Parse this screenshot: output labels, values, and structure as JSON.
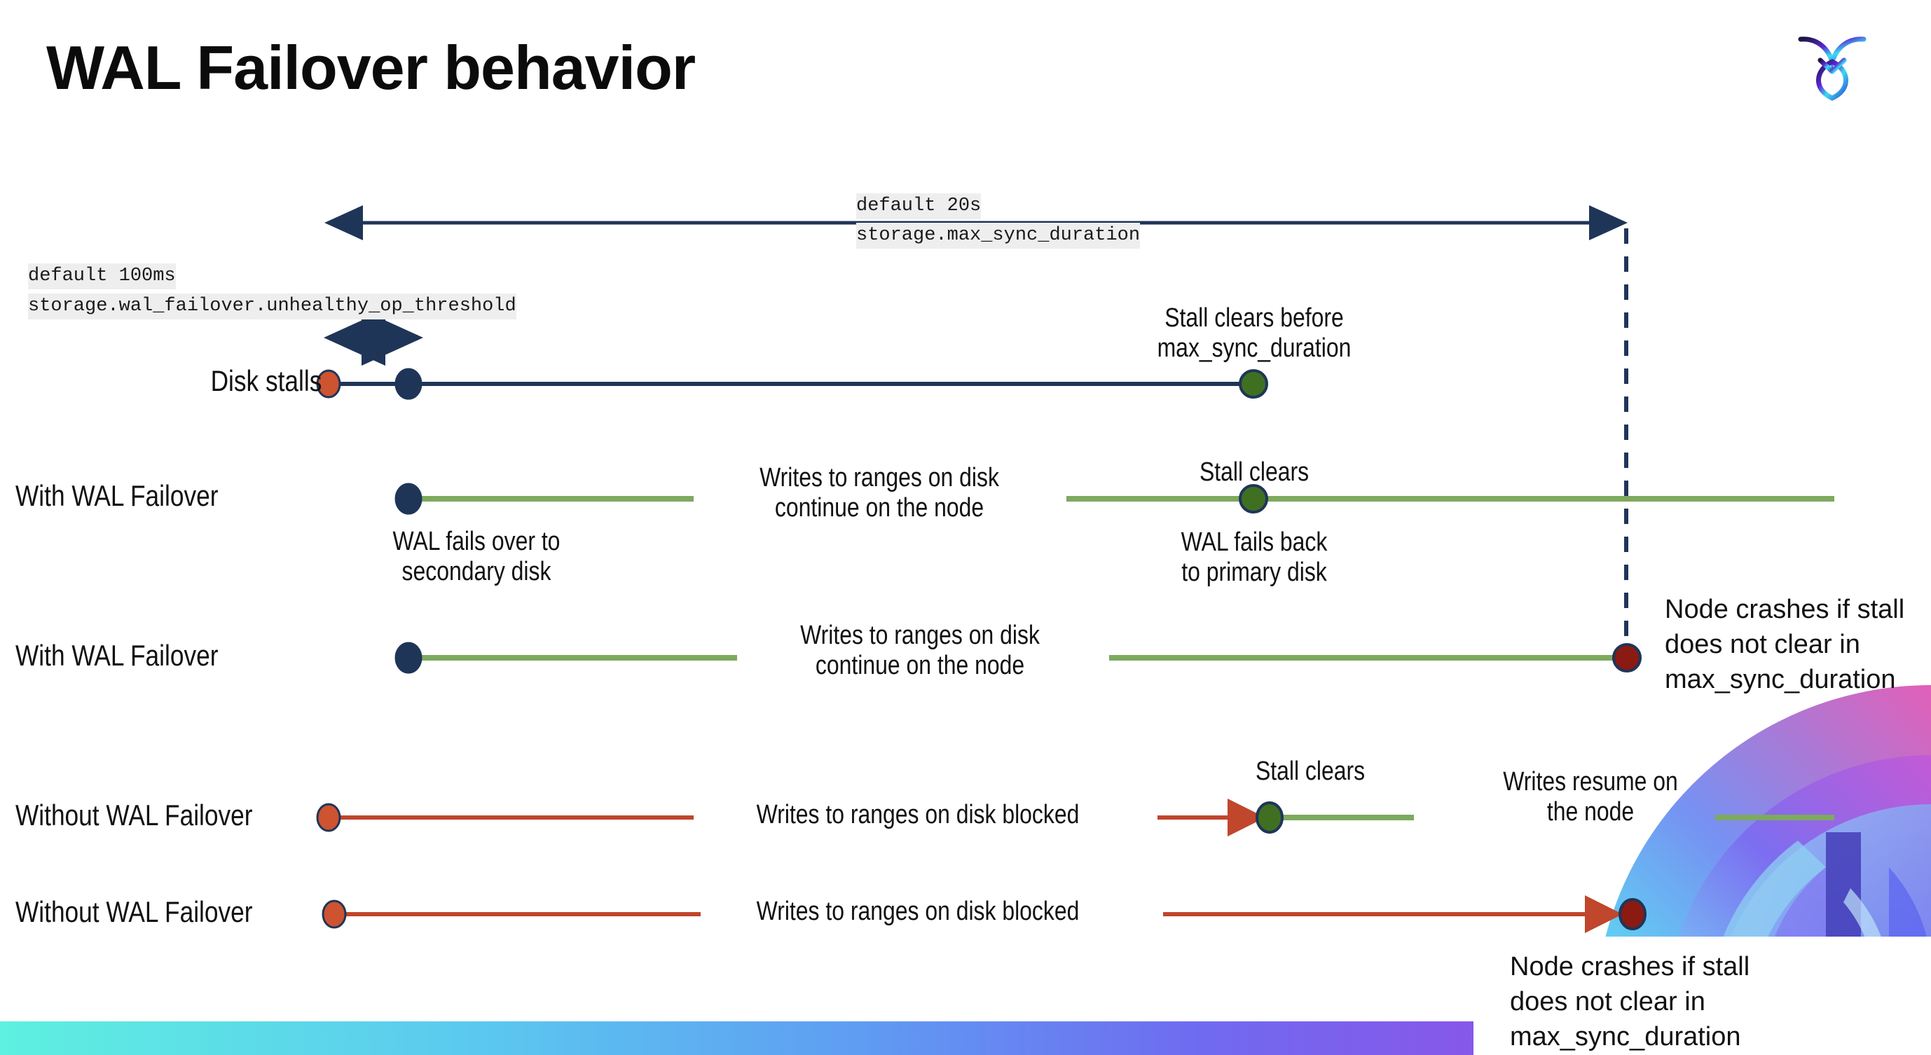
{
  "slide": {
    "title": "WAL Failover behavior",
    "logo_name": "cockroachdb-logo"
  },
  "colors": {
    "navy": "#1f3558",
    "green_line": "#7daa5e",
    "green_dot": "#3f7022",
    "red_line": "#c0462c",
    "red_dot": "#8b1a12",
    "orange_dot": "#cd5331",
    "code_bg": "#eeeeee",
    "text": "#111111"
  },
  "settings": {
    "max_sync": {
      "default_label": "default 20s",
      "setting_label": "storage.max_sync_duration"
    },
    "unhealthy_op": {
      "default_label": "default 100ms",
      "setting_label": "storage.wal_failover.unhealthy_op_threshold"
    }
  },
  "rows": [
    {
      "id": "disk-stalls",
      "label": "Disk stalls",
      "annotation": "Stall clears before\nmax_sync_duration"
    },
    {
      "id": "with-wal-failover-1",
      "label": "With WAL Failover",
      "start_note": "WAL fails over to\nsecondary disk",
      "mid_note": "Writes to ranges on disk\ncontinue on the node",
      "clear_note": "Stall clears",
      "end_note": "WAL fails  back\nto primary disk"
    },
    {
      "id": "with-wal-failover-2",
      "label": "With WAL Failover",
      "mid_note": "Writes to ranges on disk\ncontinue on the node",
      "crash_note": "Node crashes if stall\ndoes not clear in\nmax_sync_duration"
    },
    {
      "id": "without-wal-failover-1",
      "label": "Without WAL Failover",
      "mid_note": "Writes to ranges on disk  blocked",
      "clear_note": "Stall clears",
      "resume_note": "Writes resume on\nthe node"
    },
    {
      "id": "without-wal-failover-2",
      "label": "Without WAL Failover",
      "mid_note": "Writes to ranges on disk  blocked",
      "crash_note": "Node crashes if stall\ndoes not clear in\nmax_sync_duration"
    }
  ]
}
